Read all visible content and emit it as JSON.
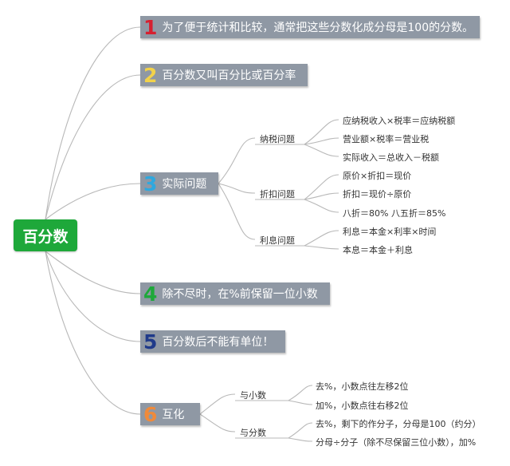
{
  "colors": {
    "root": "#1ea83a",
    "branch_bg": "#8f98a4",
    "line": "#b8b8b8",
    "n1": "#d62030",
    "n2": "#f2d24a",
    "n3": "#2ea8df",
    "n4": "#1ea83a",
    "n5": "#1f3a8a",
    "n6": "#f08a3a"
  },
  "root": "百分数",
  "branches": [
    {
      "num": "1",
      "text": "为了便于统计和比较，通常把这些分数化成分母是100的分数。"
    },
    {
      "num": "2",
      "text": "百分数又叫百分比或百分率"
    },
    {
      "num": "3",
      "text": "实际问题",
      "subs": [
        {
          "label": "纳税问题",
          "leaves": [
            "应纳税收入×税率＝应纳税额",
            "营业额×税率＝营业税",
            "实际收入＝总收入－税额"
          ]
        },
        {
          "label": "折扣问题",
          "leaves": [
            "原价×折扣＝现价",
            "折扣＝现价÷原价",
            "八折＝80% 八五折＝85%"
          ]
        },
        {
          "label": "利息问题",
          "leaves": [
            "利息＝本金×利率×时间",
            "本息＝本金＋利息"
          ]
        }
      ]
    },
    {
      "num": "4",
      "text": "除不尽时，在%前保留一位小数"
    },
    {
      "num": "5",
      "text": "百分数后不能有单位！"
    },
    {
      "num": "6",
      "text": "互化",
      "subs": [
        {
          "label": "与小数",
          "leaves": [
            "去%，小数点往左移2位",
            "加%，小数点往右移2位"
          ]
        },
        {
          "label": "与分数",
          "leaves": [
            "去%，剩下的作分子，分母是100（约分）",
            "分母÷分子（除不尽保留三位小数），加%"
          ]
        }
      ]
    }
  ]
}
